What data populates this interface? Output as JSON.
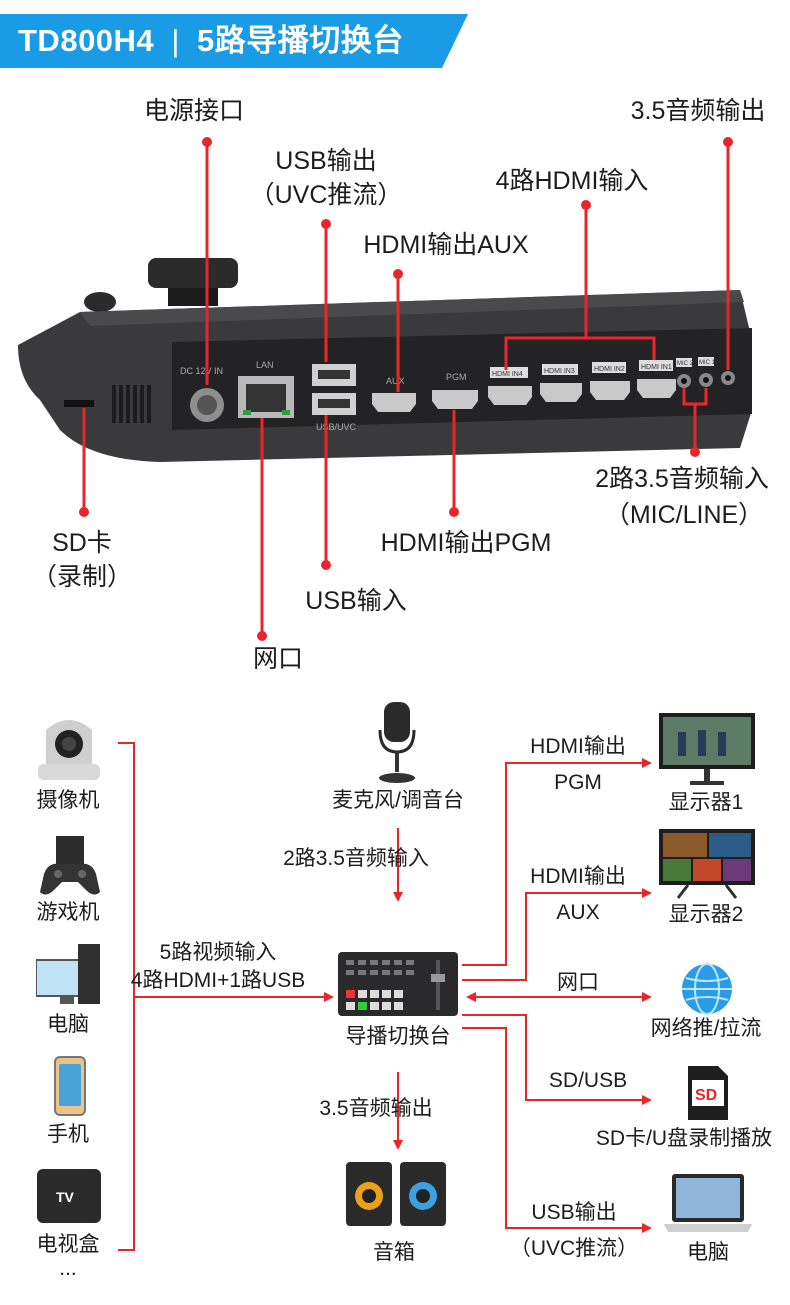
{
  "banner": {
    "model": "TD800H4",
    "separator": "|",
    "title": "5路导播切换台",
    "color": "#1a9be6"
  },
  "ports": {
    "power": "电源接口",
    "audio_out": "3.5音频输出",
    "usb_out": "USB输出",
    "usb_out_sub": "（UVC推流）",
    "hdmi_in": "4路HDMI输入",
    "hdmi_aux": "HDMI输出AUX",
    "sd": "SD卡",
    "sd_sub": "（录制）",
    "audio_in": "2路3.5音频输入",
    "audio_in_sub": "（MIC/LINE）",
    "hdmi_pgm": "HDMI输出PGM",
    "usb_in": "USB输入",
    "lan": "网口"
  },
  "panel_labels": {
    "dc": "DC 12V IN",
    "lan": "LAN",
    "usb_uvc": "USB/UVC",
    "aux": "AUX",
    "pgm": "PGM",
    "hdmi_in4": "HDMI IN4",
    "hdmi_in3": "HDMI IN3",
    "hdmi_in2": "HDMI IN2",
    "hdmi_in1": "HDMI IN1",
    "mic2": "MIC 2",
    "mic1": "MIC 1"
  },
  "sources": [
    {
      "label": "摄像机",
      "icon": "ptz-camera-icon"
    },
    {
      "label": "游戏机",
      "icon": "game-console-icon"
    },
    {
      "label": "电脑",
      "icon": "desktop-computer-icon"
    },
    {
      "label": "手机",
      "icon": "phone-icon"
    },
    {
      "label": "电视盒",
      "icon": "tv-box-icon"
    }
  ],
  "sources_more": "...",
  "video_input": {
    "line1": "5路视频输入",
    "line2": "4路HDMI+1路USB"
  },
  "mic": {
    "label": "麦克风/调音台",
    "icon": "microphone-icon"
  },
  "audio_in_flow": "2路3.5音频输入",
  "switcher": {
    "label": "导播切换台",
    "icon": "switcher-device-icon"
  },
  "audio_out_flow": "3.5音频输出",
  "speaker": {
    "label": "音箱",
    "icon": "speaker-icon"
  },
  "outputs": [
    {
      "line1": "HDMI输出",
      "line2": "PGM",
      "target": "显示器1",
      "icon": "monitor-icon"
    },
    {
      "line1": "HDMI输出",
      "line2": "AUX",
      "target": "显示器2",
      "icon": "monitor-icon"
    },
    {
      "line1": "网口",
      "line2": "",
      "target": "网络推/拉流",
      "icon": "globe-icon"
    },
    {
      "line1": "SD/USB",
      "line2": "",
      "target": "SD卡/U盘录制播放",
      "icon": "sd-card-icon"
    },
    {
      "line1": "USB输出",
      "line2": "（UVC推流）",
      "target": "电脑",
      "icon": "laptop-icon"
    }
  ],
  "sd_card_text": "SD",
  "tv_box_text": "TV",
  "colors": {
    "accent": "#1a9be6",
    "line_red": "#e8262a",
    "device_dark": "#2a2a2c"
  }
}
